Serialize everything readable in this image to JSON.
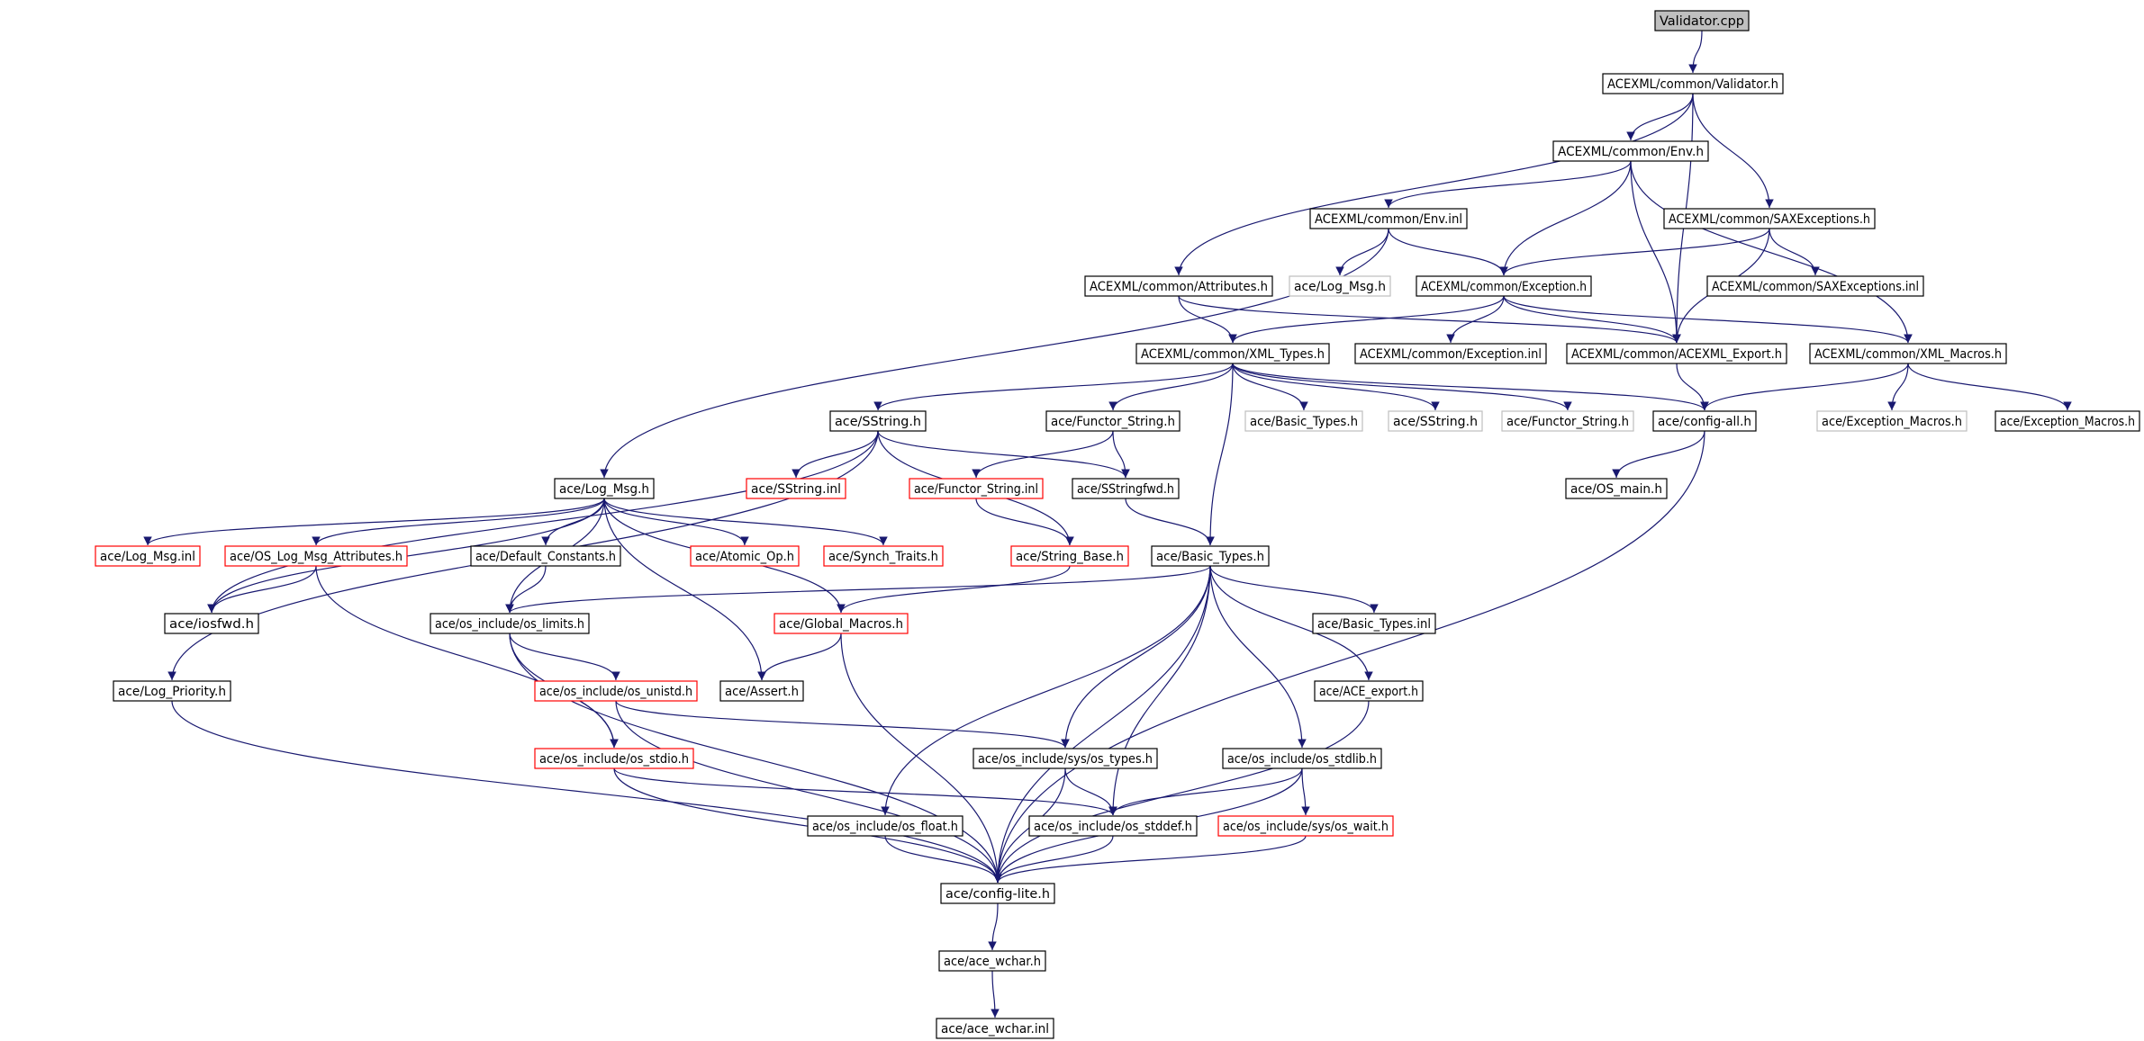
{
  "colors": {
    "edge": "#191970",
    "box_normal": "#000000",
    "box_truncated": "#ff0000",
    "box_external": "#bfbfbf",
    "root_fill": "#bfbfbf"
  },
  "nodes": [
    {
      "id": "validator_cpp",
      "label": "Validator.cpp",
      "kind": "root"
    },
    {
      "id": "acexml_validator_h",
      "label": "ACEXML/common/Validator.h",
      "kind": "normal"
    },
    {
      "id": "acexml_env_h",
      "label": "ACEXML/common/Env.h",
      "kind": "normal"
    },
    {
      "id": "acexml_env_inl",
      "label": "ACEXML/common/Env.inl",
      "kind": "normal"
    },
    {
      "id": "acexml_saxexceptions_h",
      "label": "ACEXML/common/SAXExceptions.h",
      "kind": "normal"
    },
    {
      "id": "ace_log_msg_h_ext",
      "label": "ace/Log_Msg.h",
      "kind": "external"
    },
    {
      "id": "acexml_attributes_h",
      "label": "ACEXML/common/Attributes.h",
      "kind": "normal"
    },
    {
      "id": "acexml_exception_h",
      "label": "ACEXML/common/Exception.h",
      "kind": "normal"
    },
    {
      "id": "acexml_saxexceptions_inl",
      "label": "ACEXML/common/SAXExceptions.inl",
      "kind": "normal"
    },
    {
      "id": "acexml_xml_types_h",
      "label": "ACEXML/common/XML_Types.h",
      "kind": "normal"
    },
    {
      "id": "acexml_exception_inl",
      "label": "ACEXML/common/Exception.inl",
      "kind": "normal"
    },
    {
      "id": "acexml_acexml_export_h",
      "label": "ACEXML/common/ACEXML_Export.h",
      "kind": "normal"
    },
    {
      "id": "acexml_xml_macros_h",
      "label": "ACEXML/common/XML_Macros.h",
      "kind": "normal"
    },
    {
      "id": "ace_sstring_h",
      "label": "ace/SString.h",
      "kind": "normal"
    },
    {
      "id": "ace_functor_string_h",
      "label": "ace/Functor_String.h",
      "kind": "normal"
    },
    {
      "id": "ace_basic_types_h_ext",
      "label": "ace/Basic_Types.h",
      "kind": "external"
    },
    {
      "id": "ace_sstring_h_ext",
      "label": "ace/SString.h",
      "kind": "external"
    },
    {
      "id": "ace_functor_string_h_ext",
      "label": "ace/Functor_String.h",
      "kind": "external"
    },
    {
      "id": "ace_config_all_h",
      "label": "ace/config-all.h",
      "kind": "normal"
    },
    {
      "id": "ace_exception_macros_h_ext",
      "label": "ace/Exception_Macros.h",
      "kind": "external"
    },
    {
      "id": "ace_exception_macros_h",
      "label": "ace/Exception_Macros.h",
      "kind": "normal"
    },
    {
      "id": "ace_log_msg_h",
      "label": "ace/Log_Msg.h",
      "kind": "normal"
    },
    {
      "id": "ace_sstring_inl",
      "label": "ace/SString.inl",
      "kind": "truncated"
    },
    {
      "id": "ace_functor_string_inl",
      "label": "ace/Functor_String.inl",
      "kind": "truncated"
    },
    {
      "id": "ace_sstringfwd_h",
      "label": "ace/SStringfwd.h",
      "kind": "normal"
    },
    {
      "id": "ace_os_main_h",
      "label": "ace/OS_main.h",
      "kind": "normal"
    },
    {
      "id": "ace_log_msg_inl",
      "label": "ace/Log_Msg.inl",
      "kind": "truncated"
    },
    {
      "id": "ace_os_log_msg_attributes_h",
      "label": "ace/OS_Log_Msg_Attributes.h",
      "kind": "truncated"
    },
    {
      "id": "ace_default_constants_h",
      "label": "ace/Default_Constants.h",
      "kind": "normal"
    },
    {
      "id": "ace_atomic_op_h",
      "label": "ace/Atomic_Op.h",
      "kind": "truncated"
    },
    {
      "id": "ace_synch_traits_h",
      "label": "ace/Synch_Traits.h",
      "kind": "truncated"
    },
    {
      "id": "ace_string_base_h",
      "label": "ace/String_Base.h",
      "kind": "truncated"
    },
    {
      "id": "ace_basic_types_h",
      "label": "ace/Basic_Types.h",
      "kind": "normal"
    },
    {
      "id": "ace_iosfwd_h",
      "label": "ace/iosfwd.h",
      "kind": "normal"
    },
    {
      "id": "ace_os_include_os_limits_h",
      "label": "ace/os_include/os_limits.h",
      "kind": "normal"
    },
    {
      "id": "ace_global_macros_h",
      "label": "ace/Global_Macros.h",
      "kind": "truncated"
    },
    {
      "id": "ace_basic_types_inl",
      "label": "ace/Basic_Types.inl",
      "kind": "normal"
    },
    {
      "id": "ace_log_priority_h",
      "label": "ace/Log_Priority.h",
      "kind": "normal"
    },
    {
      "id": "ace_os_include_os_unistd_h",
      "label": "ace/os_include/os_unistd.h",
      "kind": "truncated"
    },
    {
      "id": "ace_assert_h",
      "label": "ace/Assert.h",
      "kind": "normal"
    },
    {
      "id": "ace_ace_export_h",
      "label": "ace/ACE_export.h",
      "kind": "normal"
    },
    {
      "id": "ace_os_include_os_stdio_h",
      "label": "ace/os_include/os_stdio.h",
      "kind": "truncated"
    },
    {
      "id": "ace_os_include_sys_os_types_h",
      "label": "ace/os_include/sys/os_types.h",
      "kind": "normal"
    },
    {
      "id": "ace_os_include_os_stdlib_h",
      "label": "ace/os_include/os_stdlib.h",
      "kind": "normal"
    },
    {
      "id": "ace_os_include_os_float_h",
      "label": "ace/os_include/os_float.h",
      "kind": "normal"
    },
    {
      "id": "ace_os_include_os_stddef_h",
      "label": "ace/os_include/os_stddef.h",
      "kind": "normal"
    },
    {
      "id": "ace_os_include_sys_os_wait_h",
      "label": "ace/os_include/sys/os_wait.h",
      "kind": "truncated"
    },
    {
      "id": "ace_config_lite_h",
      "label": "ace/config-lite.h",
      "kind": "normal"
    },
    {
      "id": "ace_ace_wchar_h",
      "label": "ace/ace_wchar.h",
      "kind": "normal"
    },
    {
      "id": "ace_ace_wchar_inl",
      "label": "ace/ace_wchar.inl",
      "kind": "normal"
    }
  ],
  "edges": [
    [
      "validator_cpp",
      "acexml_validator_h"
    ],
    [
      "acexml_validator_h",
      "acexml_env_h"
    ],
    [
      "acexml_validator_h",
      "acexml_attributes_h"
    ],
    [
      "acexml_validator_h",
      "acexml_saxexceptions_h"
    ],
    [
      "acexml_validator_h",
      "acexml_acexml_export_h"
    ],
    [
      "acexml_env_h",
      "acexml_env_inl"
    ],
    [
      "acexml_env_h",
      "acexml_exception_h"
    ],
    [
      "acexml_env_h",
      "acexml_acexml_export_h"
    ],
    [
      "acexml_env_h",
      "acexml_xml_macros_h"
    ],
    [
      "acexml_env_inl",
      "ace_log_msg_h_ext"
    ],
    [
      "acexml_env_inl",
      "acexml_exception_h"
    ],
    [
      "acexml_env_inl",
      "ace_log_msg_h"
    ],
    [
      "acexml_saxexceptions_h",
      "acexml_exception_h"
    ],
    [
      "acexml_saxexceptions_h",
      "acexml_saxexceptions_inl"
    ],
    [
      "acexml_saxexceptions_h",
      "acexml_acexml_export_h"
    ],
    [
      "acexml_attributes_h",
      "acexml_xml_types_h"
    ],
    [
      "acexml_attributes_h",
      "acexml_acexml_export_h"
    ],
    [
      "acexml_exception_h",
      "acexml_xml_types_h"
    ],
    [
      "acexml_exception_h",
      "acexml_exception_inl"
    ],
    [
      "acexml_exception_h",
      "acexml_acexml_export_h"
    ],
    [
      "acexml_exception_h",
      "acexml_xml_macros_h"
    ],
    [
      "acexml_xml_types_h",
      "ace_sstring_h"
    ],
    [
      "acexml_xml_types_h",
      "ace_functor_string_h"
    ],
    [
      "acexml_xml_types_h",
      "ace_basic_types_h_ext"
    ],
    [
      "acexml_xml_types_h",
      "ace_sstring_h_ext"
    ],
    [
      "acexml_xml_types_h",
      "ace_functor_string_h_ext"
    ],
    [
      "acexml_xml_types_h",
      "ace_config_all_h"
    ],
    [
      "acexml_xml_types_h",
      "ace_basic_types_h"
    ],
    [
      "acexml_acexml_export_h",
      "ace_config_all_h"
    ],
    [
      "acexml_xml_macros_h",
      "ace_config_all_h"
    ],
    [
      "acexml_xml_macros_h",
      "ace_exception_macros_h_ext"
    ],
    [
      "acexml_xml_macros_h",
      "ace_exception_macros_h"
    ],
    [
      "ace_sstring_h",
      "ace_sstring_inl"
    ],
    [
      "ace_sstring_h",
      "ace_sstringfwd_h"
    ],
    [
      "ace_sstring_h",
      "ace_string_base_h"
    ],
    [
      "ace_sstring_h",
      "ace_iosfwd_h"
    ],
    [
      "ace_sstring_h",
      "ace_log_priority_h"
    ],
    [
      "ace_functor_string_h",
      "ace_functor_string_inl"
    ],
    [
      "ace_functor_string_h",
      "ace_sstringfwd_h"
    ],
    [
      "ace_functor_string_inl",
      "ace_string_base_h"
    ],
    [
      "ace_sstringfwd_h",
      "ace_basic_types_h"
    ],
    [
      "ace_config_all_h",
      "ace_os_main_h"
    ],
    [
      "ace_config_all_h",
      "ace_config_lite_h"
    ],
    [
      "ace_log_msg_h",
      "ace_log_msg_inl"
    ],
    [
      "ace_log_msg_h",
      "ace_os_log_msg_attributes_h"
    ],
    [
      "ace_log_msg_h",
      "ace_default_constants_h"
    ],
    [
      "ace_log_msg_h",
      "ace_atomic_op_h"
    ],
    [
      "ace_log_msg_h",
      "ace_synch_traits_h"
    ],
    [
      "ace_log_msg_h",
      "ace_global_macros_h"
    ],
    [
      "ace_log_msg_h",
      "ace_os_include_os_limits_h"
    ],
    [
      "ace_log_msg_h",
      "ace_assert_h"
    ],
    [
      "ace_log_msg_h",
      "ace_iosfwd_h"
    ],
    [
      "ace_os_log_msg_attributes_h",
      "ace_iosfwd_h"
    ],
    [
      "ace_os_log_msg_attributes_h",
      "ace_os_include_os_stdio_h"
    ],
    [
      "ace_default_constants_h",
      "ace_os_include_os_limits_h"
    ],
    [
      "ace_string_base_h",
      "ace_global_macros_h"
    ],
    [
      "ace_basic_types_h",
      "ace_os_include_os_limits_h"
    ],
    [
      "ace_basic_types_h",
      "ace_basic_types_inl"
    ],
    [
      "ace_basic_types_h",
      "ace_ace_export_h"
    ],
    [
      "ace_basic_types_h",
      "ace_os_include_sys_os_types_h"
    ],
    [
      "ace_basic_types_h",
      "ace_os_include_os_stdlib_h"
    ],
    [
      "ace_basic_types_h",
      "ace_os_include_os_float_h"
    ],
    [
      "ace_basic_types_h",
      "ace_os_include_os_stddef_h"
    ],
    [
      "ace_basic_types_h",
      "ace_config_lite_h"
    ],
    [
      "ace_os_include_os_limits_h",
      "ace_os_include_os_unistd_h"
    ],
    [
      "ace_os_include_os_limits_h",
      "ace_os_include_os_stdio_h"
    ],
    [
      "ace_os_include_os_limits_h",
      "ace_config_lite_h"
    ],
    [
      "ace_global_macros_h",
      "ace_assert_h"
    ],
    [
      "ace_global_macros_h",
      "ace_config_lite_h"
    ],
    [
      "ace_log_priority_h",
      "ace_config_lite_h"
    ],
    [
      "ace_os_include_os_unistd_h",
      "ace_os_include_sys_os_types_h"
    ],
    [
      "ace_os_include_os_unistd_h",
      "ace_config_lite_h"
    ],
    [
      "ace_ace_export_h",
      "ace_config_lite_h"
    ],
    [
      "ace_os_include_os_stdio_h",
      "ace_os_include_os_stddef_h"
    ],
    [
      "ace_os_include_os_stdio_h",
      "ace_config_lite_h"
    ],
    [
      "ace_os_include_sys_os_types_h",
      "ace_os_include_os_stddef_h"
    ],
    [
      "ace_os_include_sys_os_types_h",
      "ace_config_lite_h"
    ],
    [
      "ace_os_include_os_stdlib_h",
      "ace_os_include_os_stddef_h"
    ],
    [
      "ace_os_include_os_stdlib_h",
      "ace_os_include_sys_os_wait_h"
    ],
    [
      "ace_os_include_os_stdlib_h",
      "ace_config_lite_h"
    ],
    [
      "ace_os_include_os_float_h",
      "ace_config_lite_h"
    ],
    [
      "ace_os_include_os_stddef_h",
      "ace_config_lite_h"
    ],
    [
      "ace_os_include_sys_os_wait_h",
      "ace_config_lite_h"
    ],
    [
      "ace_config_lite_h",
      "ace_ace_wchar_h"
    ],
    [
      "ace_ace_wchar_h",
      "ace_ace_wchar_inl"
    ]
  ]
}
